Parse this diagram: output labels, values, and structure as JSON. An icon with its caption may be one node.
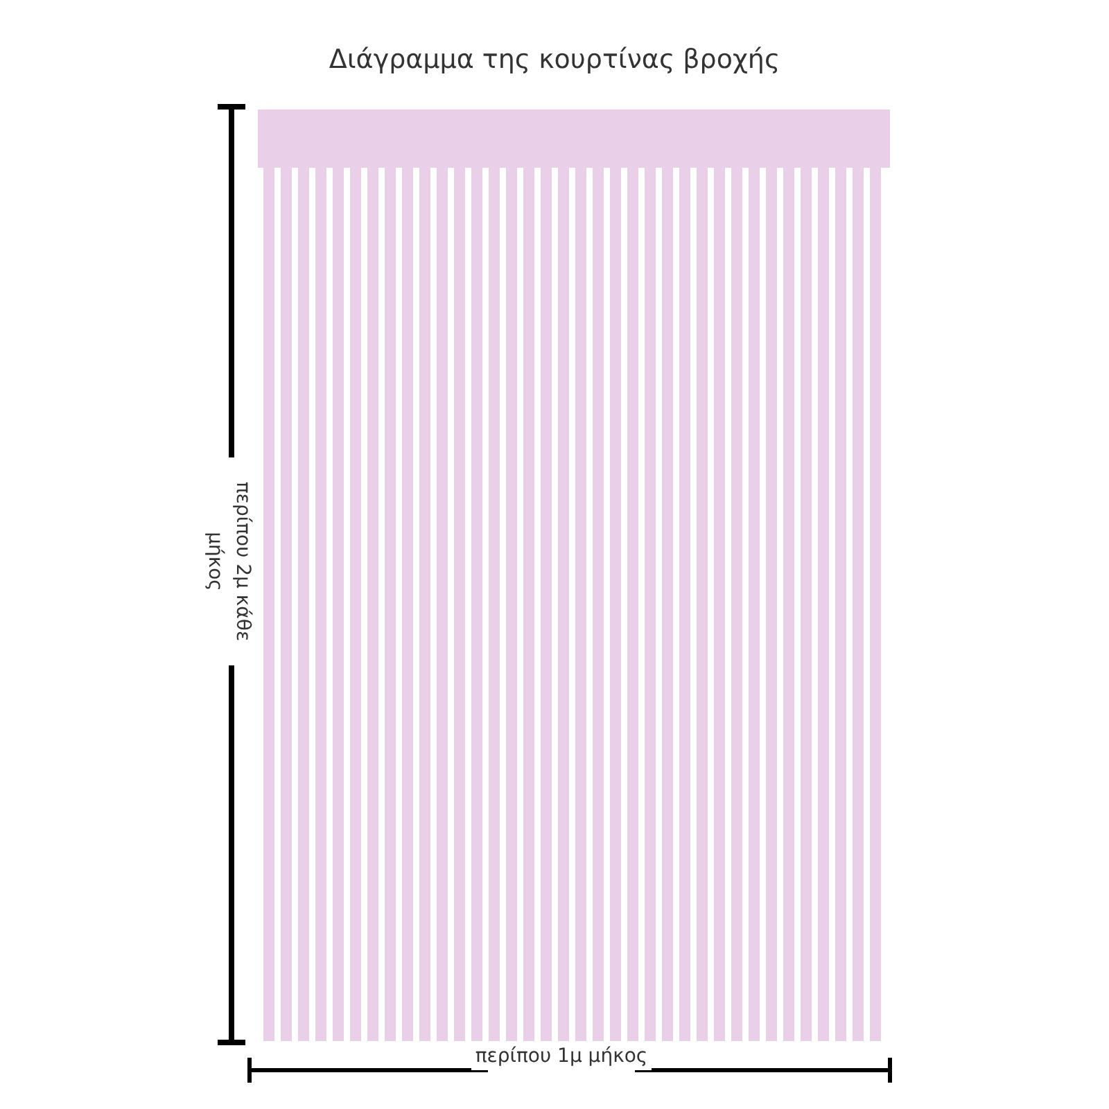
{
  "diagram": {
    "title": "Διάγραμμα της κουρτίνας βροχής",
    "labels": [
      "περίπου 2μ κάθε μήκος",
      "περίπου 1μ μήκος"
    ]
  }
}
